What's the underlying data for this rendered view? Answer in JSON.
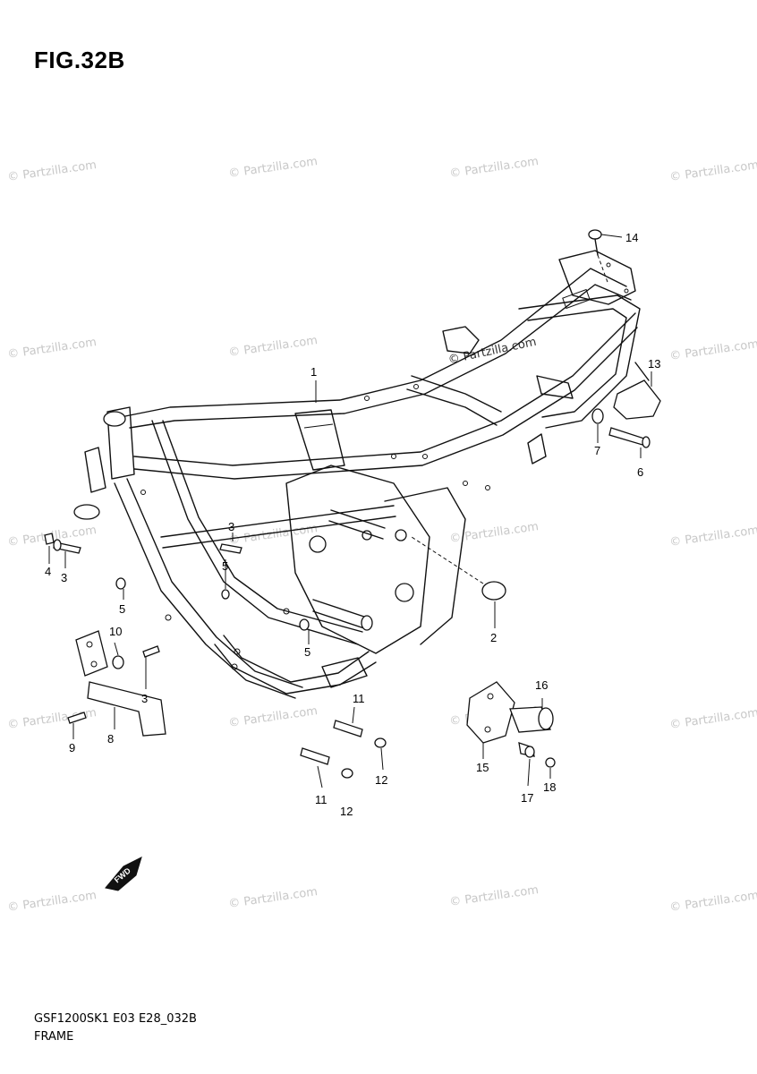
{
  "figure": {
    "title": "FIG.32B",
    "model_code": "GSF1200SK1 E03 E28_032B",
    "section_name": "FRAME"
  },
  "watermark": {
    "text": "© Partzilla.com",
    "color": "#c8c8c8"
  },
  "frame_label": "FWD",
  "callouts": [
    {
      "id": "c1",
      "label": "1"
    },
    {
      "id": "c2",
      "label": "2"
    },
    {
      "id": "c3a",
      "label": "3"
    },
    {
      "id": "c3b",
      "label": "3"
    },
    {
      "id": "c3c",
      "label": "3"
    },
    {
      "id": "c4",
      "label": "4"
    },
    {
      "id": "c5a",
      "label": "5"
    },
    {
      "id": "c5b",
      "label": "5"
    },
    {
      "id": "c5c",
      "label": "5"
    },
    {
      "id": "c6",
      "label": "6"
    },
    {
      "id": "c7",
      "label": "7"
    },
    {
      "id": "c8",
      "label": "8"
    },
    {
      "id": "c9",
      "label": "9"
    },
    {
      "id": "c10",
      "label": "10"
    },
    {
      "id": "c11a",
      "label": "11"
    },
    {
      "id": "c11b",
      "label": "11"
    },
    {
      "id": "c12a",
      "label": "12"
    },
    {
      "id": "c12b",
      "label": "12"
    },
    {
      "id": "c13",
      "label": "13"
    },
    {
      "id": "c14",
      "label": "14"
    },
    {
      "id": "c15",
      "label": "15"
    },
    {
      "id": "c16",
      "label": "16"
    },
    {
      "id": "c17",
      "label": "17"
    },
    {
      "id": "c18",
      "label": "18"
    }
  ]
}
